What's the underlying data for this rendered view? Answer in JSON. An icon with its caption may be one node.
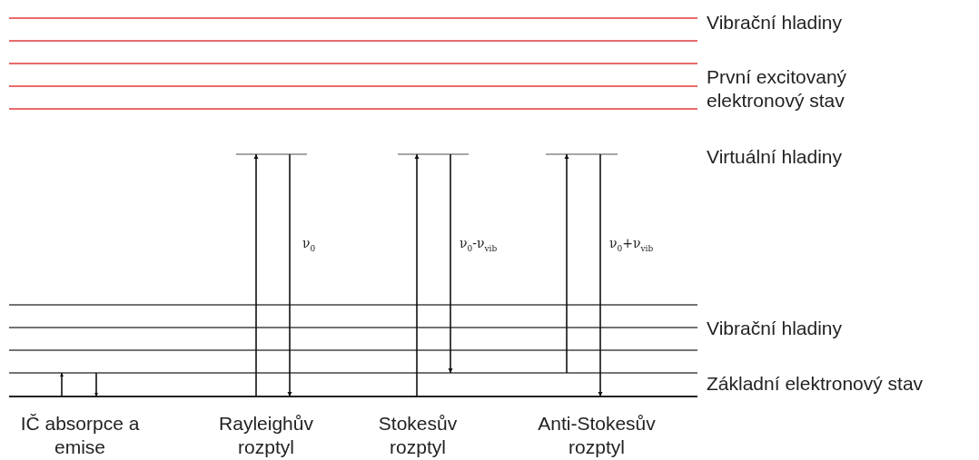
{
  "diagram": {
    "labels": [
      "Vibrační hladiny",
      "První excitovaný elektronový stav",
      "Virtuální hladiny",
      "ν$_{0}$",
      "ν$_{0}$-ν$_{vib}$",
      "ν$_{0}$+ν$_{vib}$",
      "Vibrační hladiny",
      "Základní elektronový stav",
      "IČ absorpce a emise",
      "Rayleighův rozptyl",
      "Stokesův rozptyl",
      "Anti-Stokesův rozptyl"
    ]
  }
}
